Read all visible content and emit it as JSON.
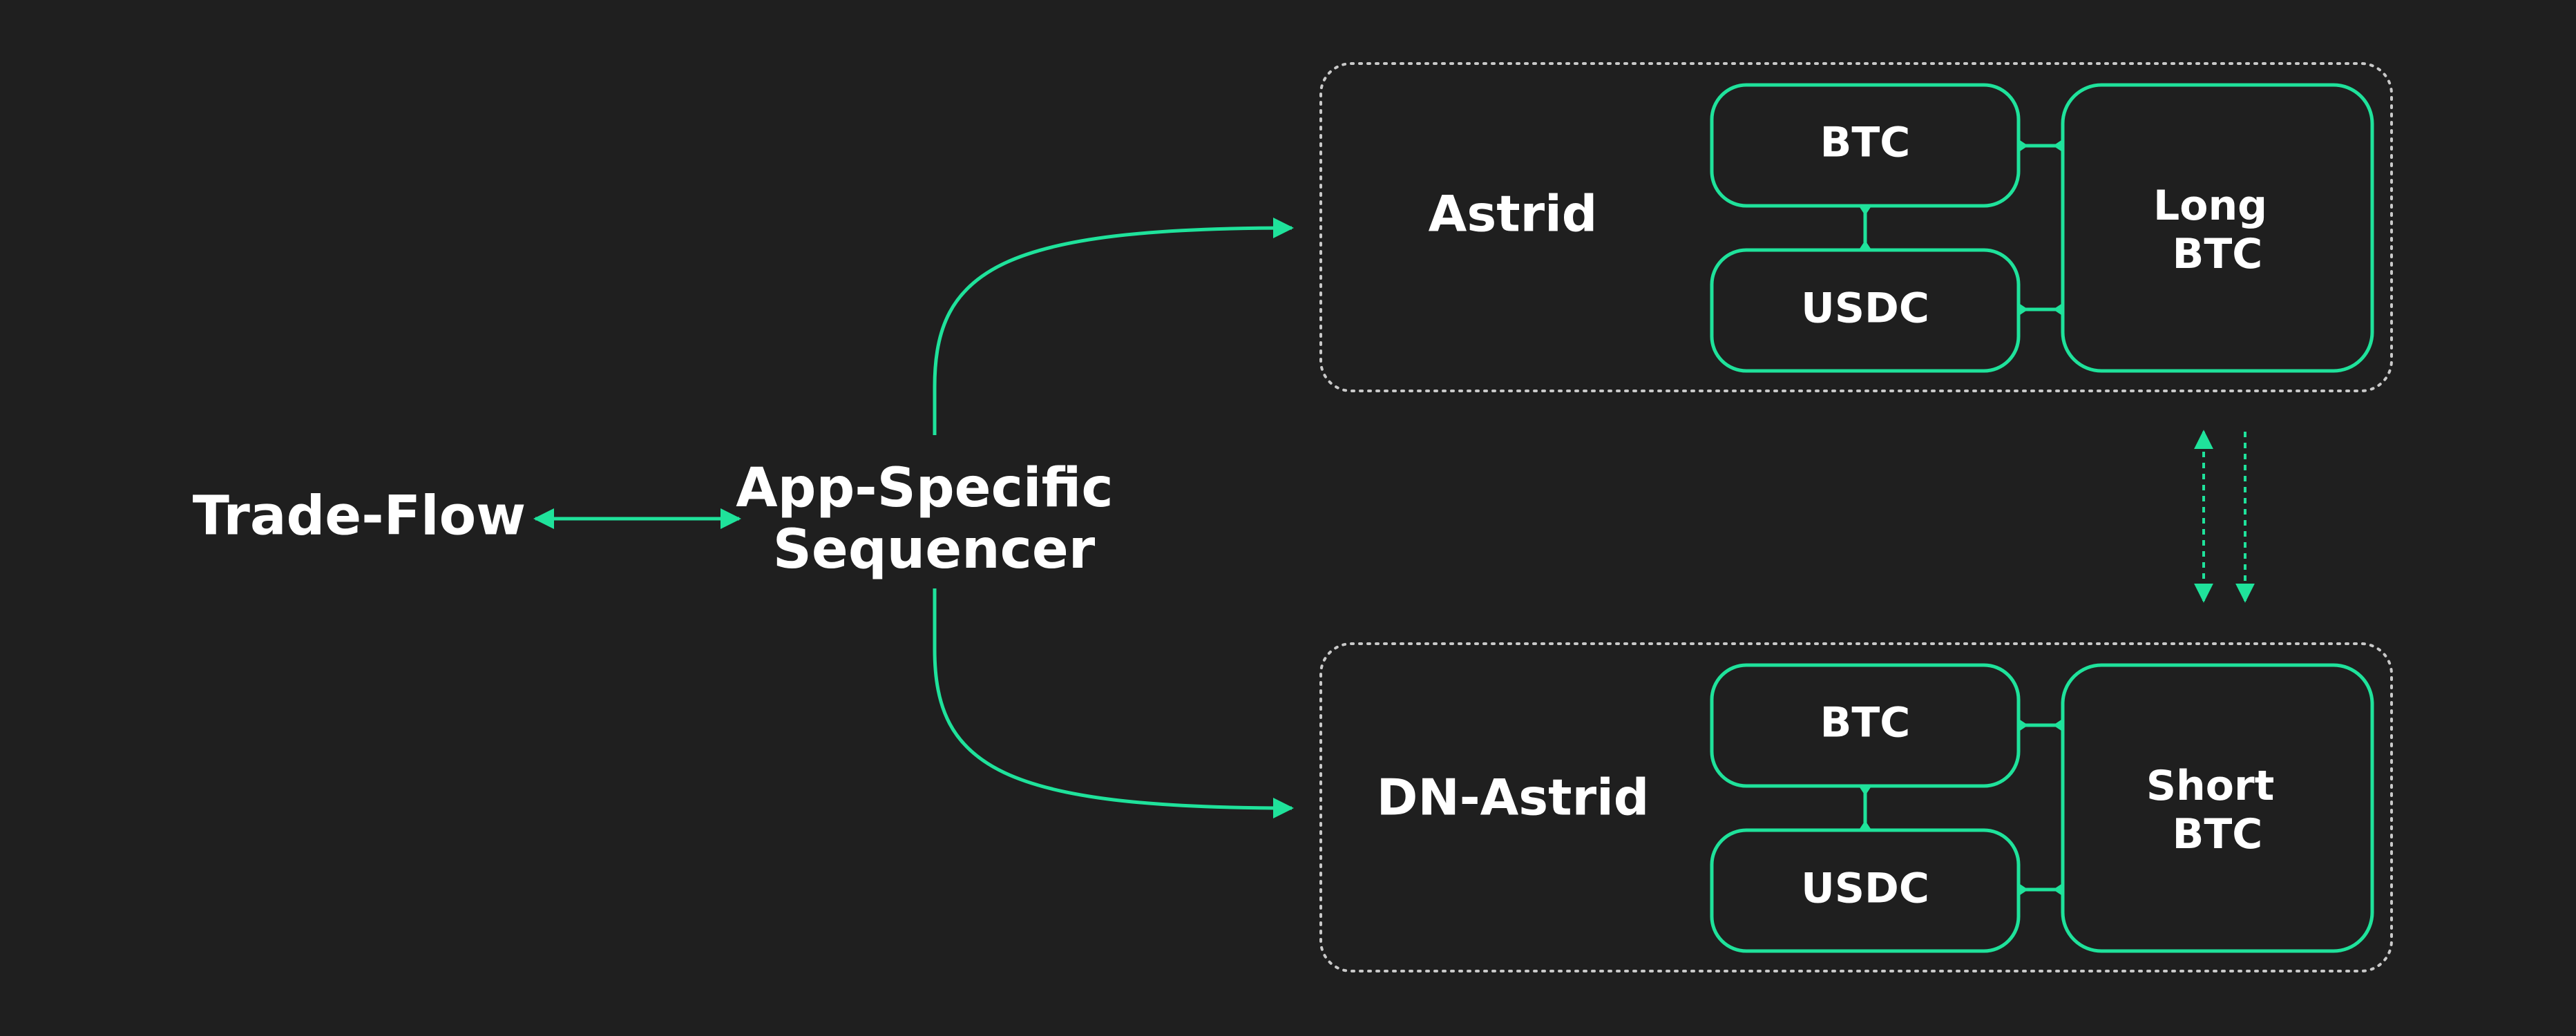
{
  "colors": {
    "background": "#1f1f1f",
    "accent": "#1fe29b",
    "text": "#ffffff",
    "frame": "#c9c9c9"
  },
  "nodes": {
    "trade_flow": "Trade-Flow",
    "sequencer": [
      "App-Specific",
      "Sequencer"
    ]
  },
  "vaults": [
    {
      "name": "Astrid",
      "assets": [
        "BTC",
        "USDC"
      ],
      "position": [
        "Long",
        "BTC"
      ]
    },
    {
      "name": "DN-Astrid",
      "assets": [
        "BTC",
        "USDC"
      ],
      "position": [
        "Short",
        "BTC"
      ]
    }
  ]
}
